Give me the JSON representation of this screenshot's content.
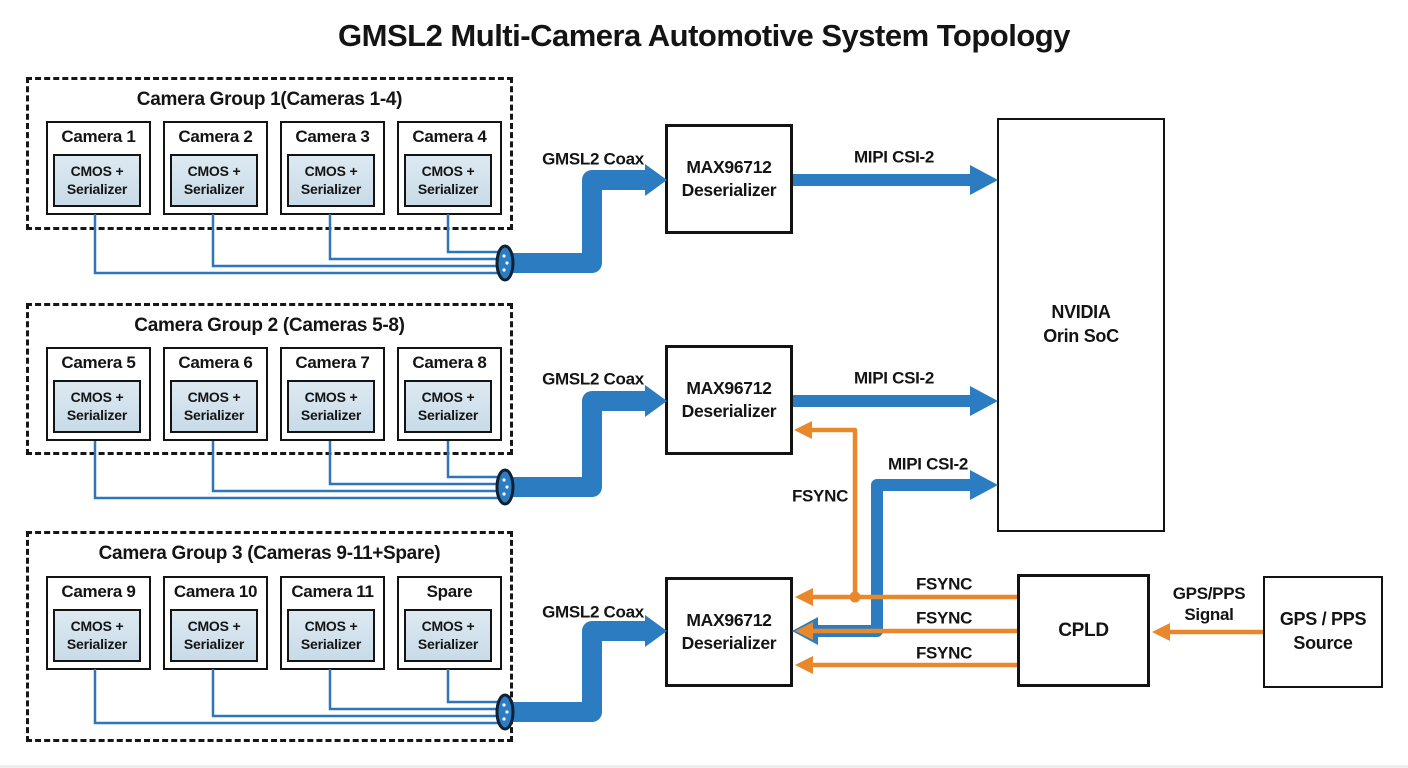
{
  "title": "GMSL2 Multi-Camera Automotive System Topology",
  "groups": [
    {
      "title": "Camera Group 1(Cameras 1-4)",
      "cameras": [
        {
          "name": "Camera 1",
          "chip": "CMOS + Serializer"
        },
        {
          "name": "Camera 2",
          "chip": "CMOS + Serializer"
        },
        {
          "name": "Camera 3",
          "chip": "CMOS + Serializer"
        },
        {
          "name": "Camera 4",
          "chip": "CMOS + Serializer"
        }
      ]
    },
    {
      "title": "Camera Group 2 (Cameras 5-8)",
      "cameras": [
        {
          "name": "Camera 5",
          "chip": "CMOS + Serializer"
        },
        {
          "name": "Camera 6",
          "chip": "CMOS + Serializer"
        },
        {
          "name": "Camera 7",
          "chip": "CMOS + Serializer"
        },
        {
          "name": "Camera 8",
          "chip": "CMOS + Serializer"
        }
      ]
    },
    {
      "title": "Camera Group 3 (Cameras 9-11+Spare)",
      "cameras": [
        {
          "name": "Camera 9",
          "chip": "CMOS + Serializer"
        },
        {
          "name": "Camera 10",
          "chip": "CMOS + Serializer"
        },
        {
          "name": "Camera 11",
          "chip": "CMOS + Serializer"
        },
        {
          "name": "Spare",
          "chip": "CMOS + Serializer"
        }
      ]
    }
  ],
  "deserializers": [
    {
      "line1": "MAX96712",
      "line2": "Deserializer"
    },
    {
      "line1": "MAX96712",
      "line2": "Deserializer"
    },
    {
      "line1": "MAX96712",
      "line2": "Deserializer"
    }
  ],
  "soc": {
    "line1": "NVIDIA",
    "line2": "Orin SoC"
  },
  "cpld": {
    "label": "CPLD"
  },
  "gps": {
    "line1": "GPS / PPS",
    "line2": "Source"
  },
  "labels": {
    "gmsl2": [
      "GMSL2 Coax",
      "GMSL2 Coax",
      "GMSL2 Coax"
    ],
    "mipi": [
      "MIPI CSI-2",
      "MIPI CSI-2",
      "MIPI CSI-2"
    ],
    "fsync": [
      "FSYNC",
      "FSYNC",
      "FSYNC",
      "FSYNC"
    ],
    "gps_signal": {
      "line1": "GPS/PPS",
      "line2": "Signal"
    }
  },
  "colors": {
    "link_blue": "#2b7cc0",
    "thin_line_blue": "#2e76b8",
    "sync_orange": "#e8882a",
    "chip_fill": "#cfe0ea",
    "border_black": "#131313",
    "background": "#ffffff"
  }
}
